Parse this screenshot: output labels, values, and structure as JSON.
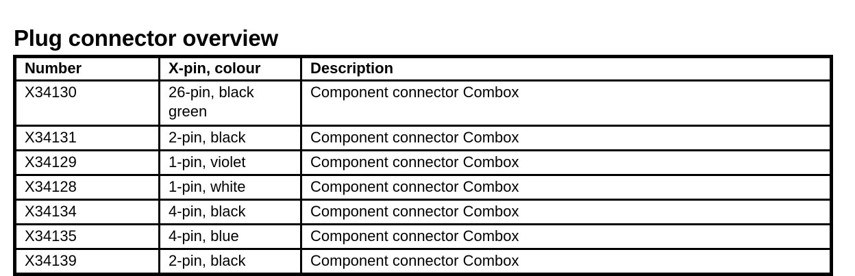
{
  "document": {
    "title": "Plug connector overview"
  },
  "table": {
    "name": "plug-connector-overview-table",
    "columns": [
      {
        "key": "number",
        "label": "Number"
      },
      {
        "key": "pin_colour",
        "label": "X-pin, colour"
      },
      {
        "key": "description",
        "label": "Description"
      }
    ],
    "rows": [
      {
        "number": "X34130",
        "pin_colour": "26-pin, black\ngreen",
        "description": "Component connector Combox",
        "tall": true
      },
      {
        "number": "X34131",
        "pin_colour": "2-pin, black",
        "description": "Component connector Combox",
        "tall": false
      },
      {
        "number": "X34129",
        "pin_colour": "1-pin, violet",
        "description": "Component connector Combox",
        "tall": false
      },
      {
        "number": "X34128",
        "pin_colour": "1-pin, white",
        "description": "Component connector Combox",
        "tall": false
      },
      {
        "number": "X34134",
        "pin_colour": "4-pin, black",
        "description": "Component connector Combox",
        "tall": false
      },
      {
        "number": "X34135",
        "pin_colour": "4-pin, blue",
        "description": "Component connector Combox",
        "tall": false
      },
      {
        "number": "X34139",
        "pin_colour": "2-pin, black",
        "description": "Component connector Combox",
        "tall": false
      }
    ]
  },
  "colors": {
    "background": "#ffffff",
    "text": "#000000",
    "border": "#000000"
  }
}
